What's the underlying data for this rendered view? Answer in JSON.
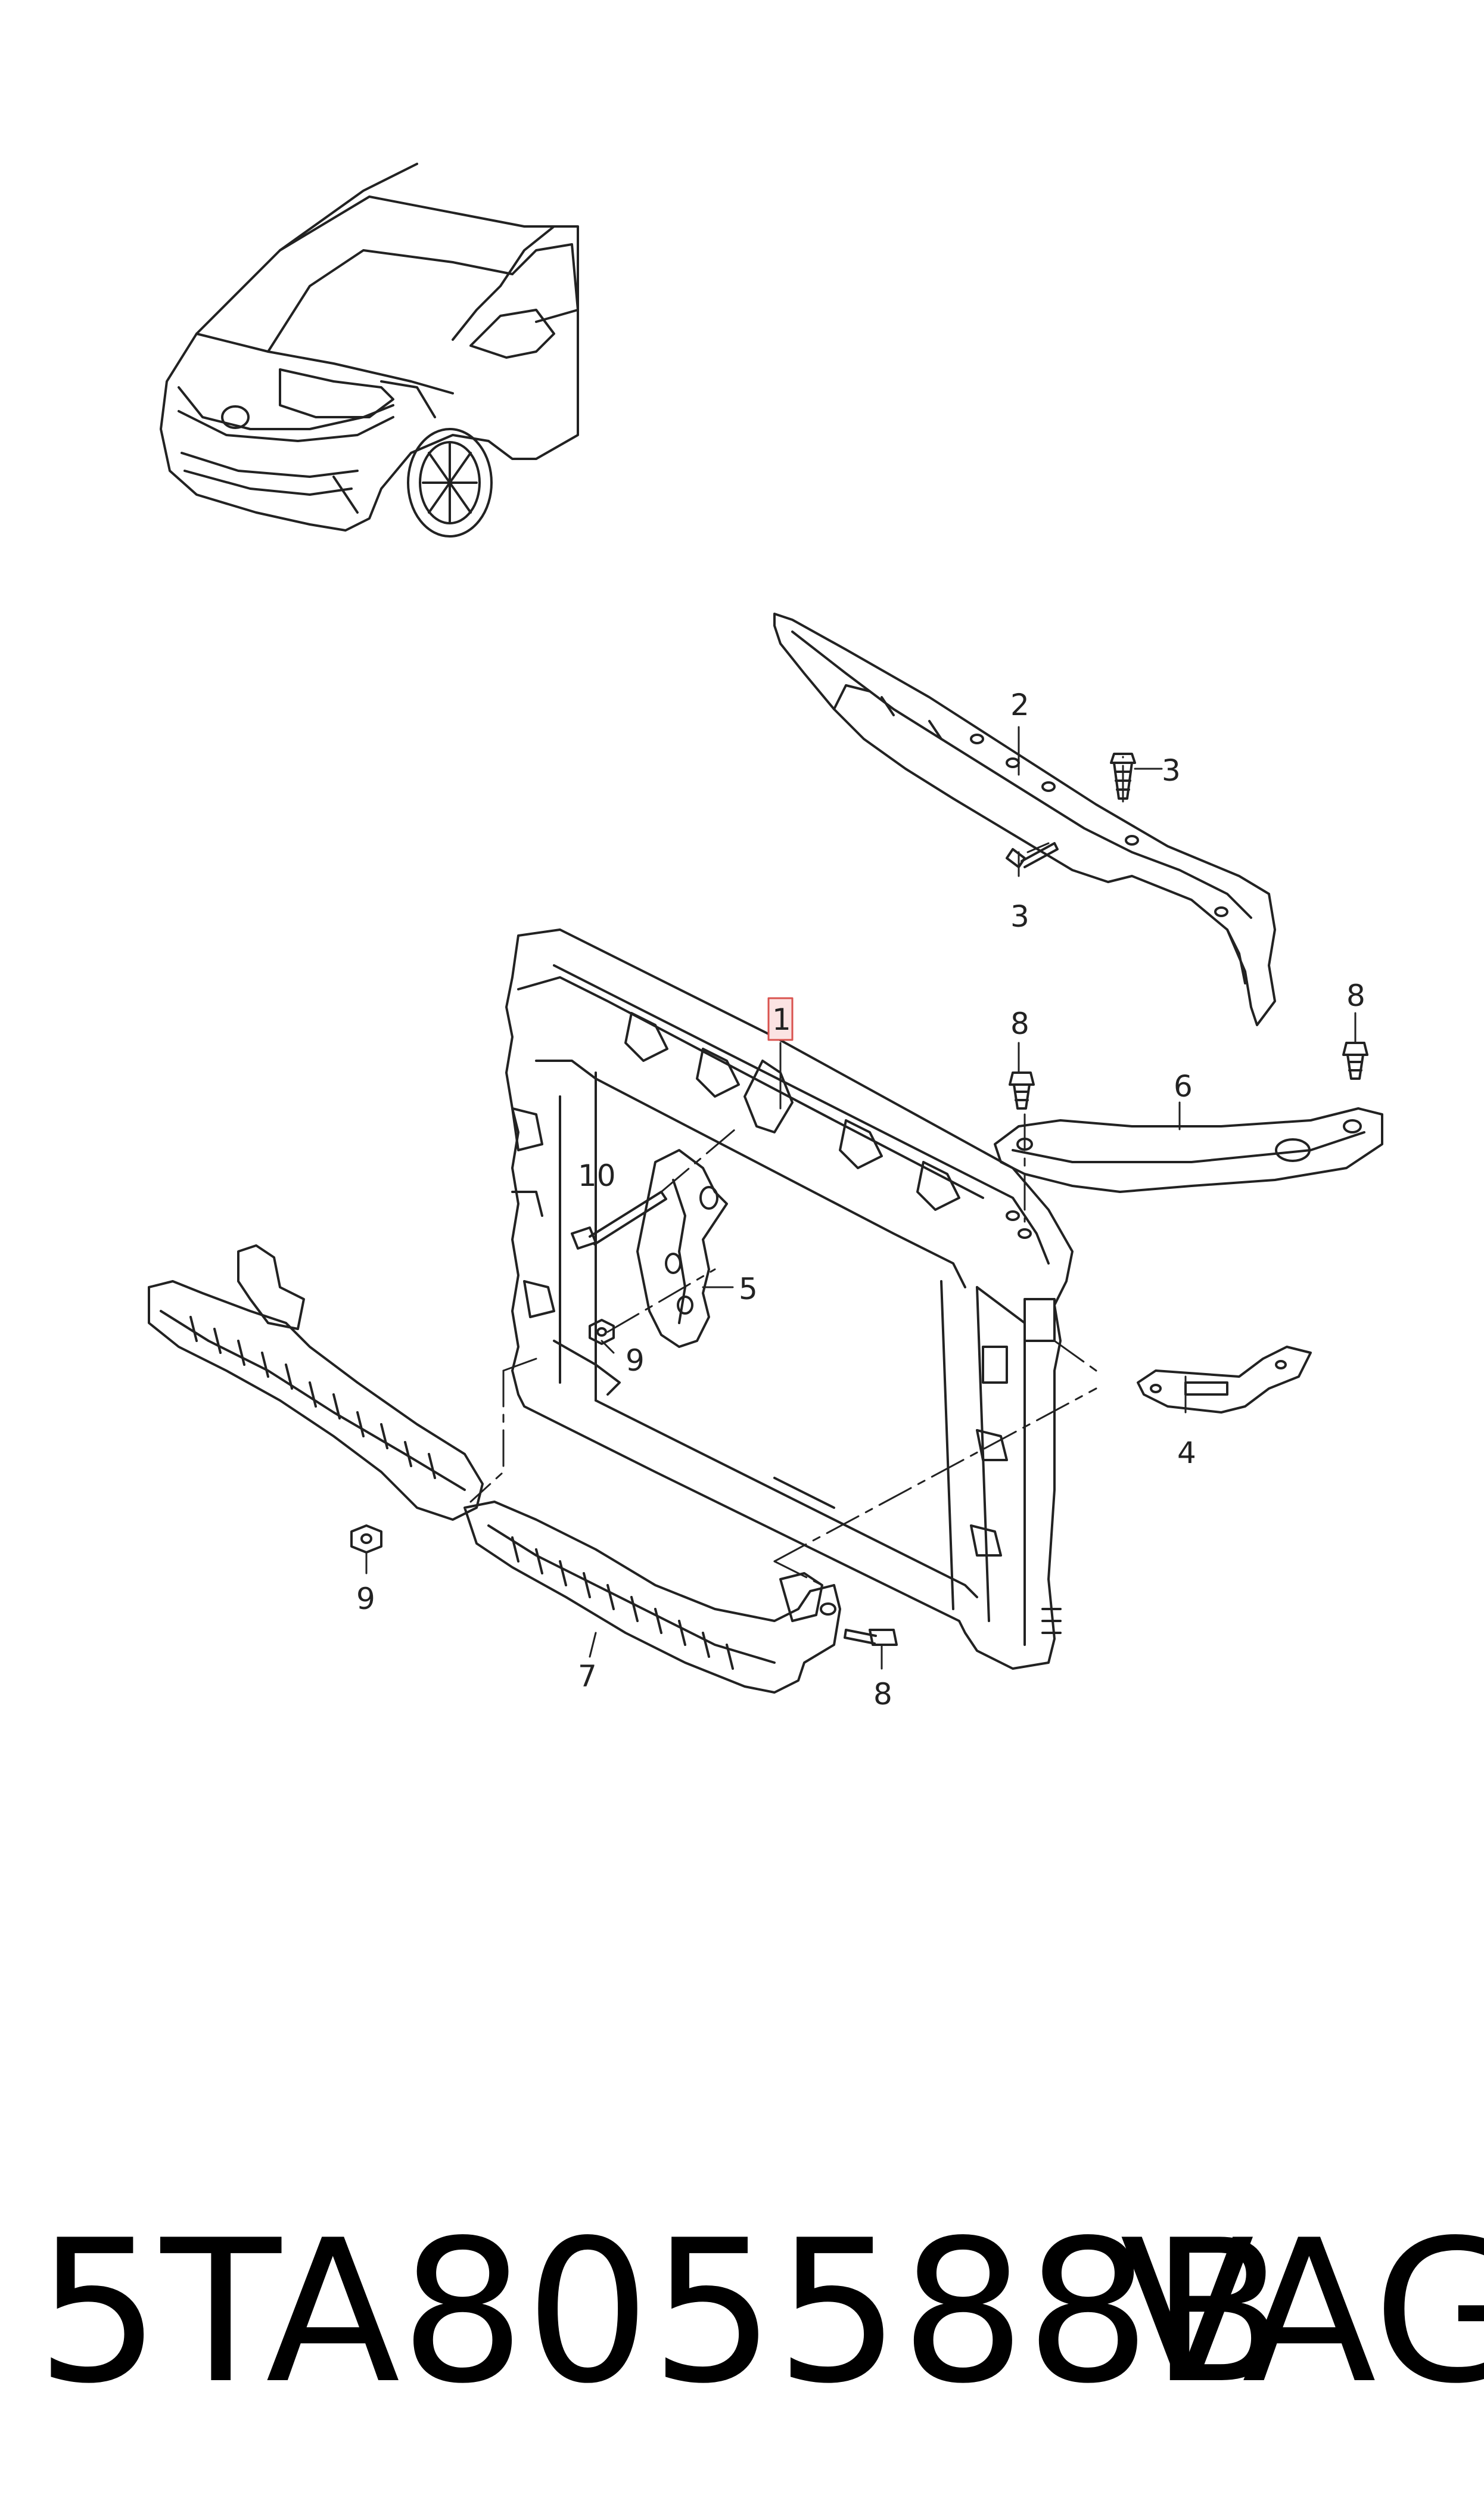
{
  "diagram": {
    "callouts": [
      {
        "id": "1",
        "label": "1",
        "highlight": true
      },
      {
        "id": "2",
        "label": "2"
      },
      {
        "id": "3a",
        "label": "3"
      },
      {
        "id": "3b",
        "label": "3"
      },
      {
        "id": "4",
        "label": "4"
      },
      {
        "id": "5",
        "label": "5"
      },
      {
        "id": "6",
        "label": "6"
      },
      {
        "id": "7",
        "label": "7"
      },
      {
        "id": "8a",
        "label": "8"
      },
      {
        "id": "8b",
        "label": "8"
      },
      {
        "id": "8c",
        "label": "8"
      },
      {
        "id": "9a",
        "label": "9"
      },
      {
        "id": "9b",
        "label": "9"
      },
      {
        "id": "10",
        "label": "10"
      }
    ],
    "highlight_color": "#d9534f",
    "highlight_fill": "#fbe3e3",
    "line_color": "#222222"
  },
  "footer": {
    "part_number": "5TA805588B",
    "brand": "VAG"
  }
}
